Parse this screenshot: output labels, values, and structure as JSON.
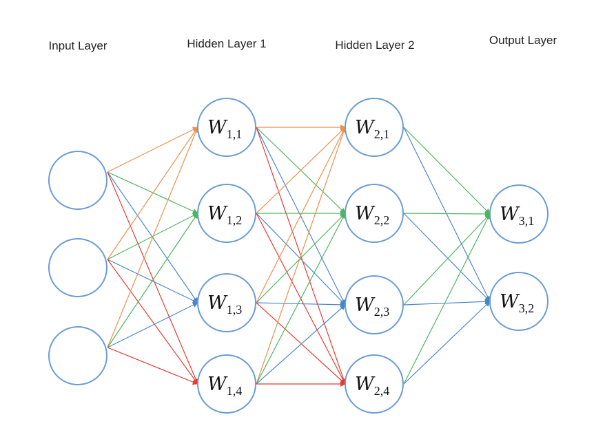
{
  "layer_titles": [
    "Input Layer",
    "Hidden Layer 1",
    "Hidden Layer 2",
    "Output Layer"
  ],
  "layers": [
    {
      "nodes": [
        {
          "base": "",
          "sub": ""
        },
        {
          "base": "",
          "sub": ""
        },
        {
          "base": "",
          "sub": ""
        }
      ]
    },
    {
      "nodes": [
        {
          "base": "W",
          "sub": "1,1"
        },
        {
          "base": "W",
          "sub": "1,2"
        },
        {
          "base": "W",
          "sub": "1,3"
        },
        {
          "base": "W",
          "sub": "1,4"
        }
      ]
    },
    {
      "nodes": [
        {
          "base": "W",
          "sub": "2,1"
        },
        {
          "base": "W",
          "sub": "2,2"
        },
        {
          "base": "W",
          "sub": "2,3"
        },
        {
          "base": "W",
          "sub": "2,4"
        }
      ]
    },
    {
      "nodes": [
        {
          "base": "W",
          "sub": "3,1"
        },
        {
          "base": "W",
          "sub": "3,2"
        }
      ]
    }
  ],
  "connectivity": "fully-connected",
  "colors": {
    "node_stroke": "#6a9bd6",
    "edge_colors_by_target_index": [
      "#ee8e4a",
      "#4cb65c",
      "#4a86c8",
      "#e83a30"
    ],
    "output_edge_colors_by_target_index": [
      "#4cb65c",
      "#4a86c8"
    ]
  }
}
